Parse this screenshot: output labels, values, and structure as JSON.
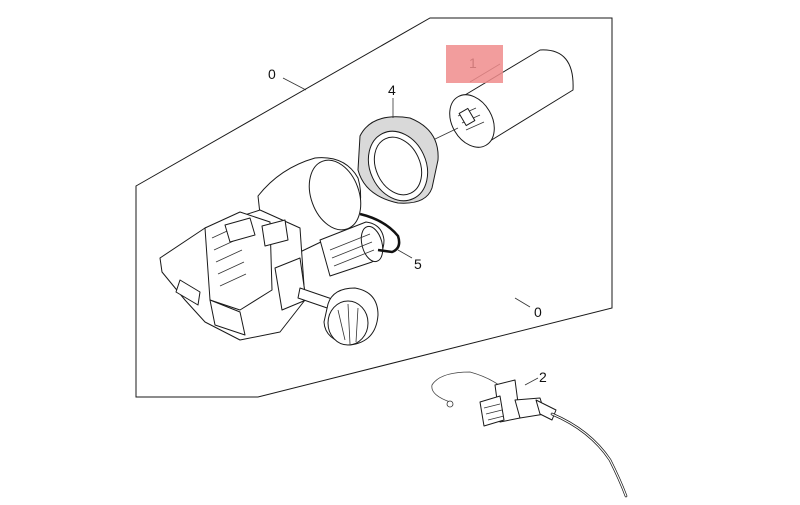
{
  "callouts": {
    "assembly_top": "0",
    "assembly_right": "0",
    "part_1": "1",
    "part_2": "2",
    "part_4": "4",
    "part_5": "5"
  },
  "colors": {
    "highlight": "#f08c8c",
    "line": "#1a1a1a",
    "ring_fill": "#d9d9d9"
  }
}
